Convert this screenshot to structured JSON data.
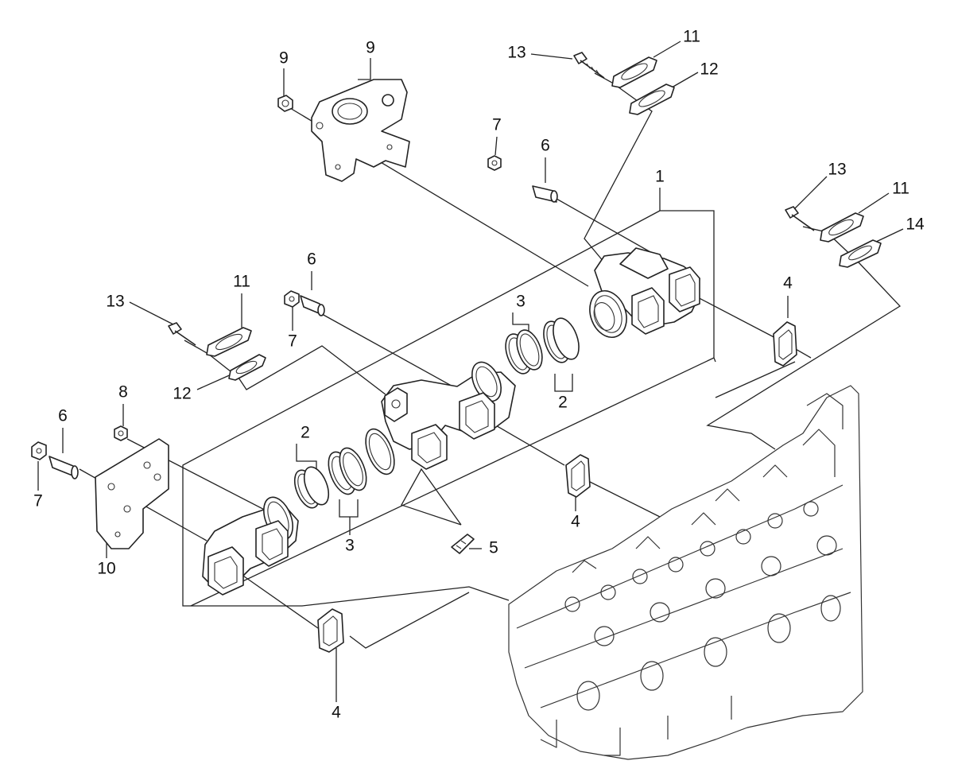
{
  "callouts": [
    {
      "id": "c9a",
      "text": "9"
    },
    {
      "id": "c9b",
      "text": "9"
    },
    {
      "id": "c13a",
      "text": "13"
    },
    {
      "id": "c11a",
      "text": "11"
    },
    {
      "id": "c12a",
      "text": "12"
    },
    {
      "id": "c7a",
      "text": "7"
    },
    {
      "id": "c6a",
      "text": "6"
    },
    {
      "id": "c1",
      "text": "1"
    },
    {
      "id": "c13b",
      "text": "13"
    },
    {
      "id": "c11b",
      "text": "11"
    },
    {
      "id": "c14",
      "text": "14"
    },
    {
      "id": "c6b",
      "text": "6"
    },
    {
      "id": "c7b",
      "text": "7"
    },
    {
      "id": "c11c",
      "text": "11"
    },
    {
      "id": "c13c",
      "text": "13"
    },
    {
      "id": "c12b",
      "text": "12"
    },
    {
      "id": "c3a",
      "text": "3"
    },
    {
      "id": "c2a",
      "text": "2"
    },
    {
      "id": "c4a",
      "text": "4"
    },
    {
      "id": "c8",
      "text": "8"
    },
    {
      "id": "c6c",
      "text": "6"
    },
    {
      "id": "c7c",
      "text": "7"
    },
    {
      "id": "c10",
      "text": "10"
    },
    {
      "id": "c2b",
      "text": "2"
    },
    {
      "id": "c3b",
      "text": "3"
    },
    {
      "id": "c4b",
      "text": "4"
    },
    {
      "id": "c5",
      "text": "5"
    },
    {
      "id": "c4c",
      "text": "4"
    }
  ]
}
